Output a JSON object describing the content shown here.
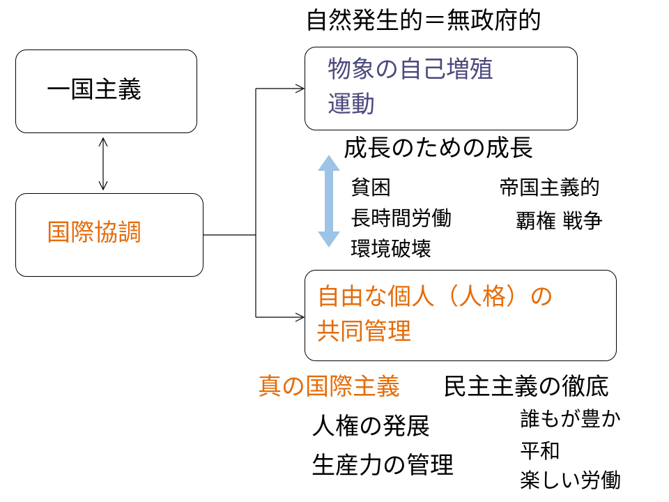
{
  "colors": {
    "accent": "#e46c0a",
    "node_blue": "#4b4a7c",
    "arrow_blue": "#9dc3e6",
    "text": "#000000"
  },
  "top_title": "自然発生的＝無政府的",
  "left_nodes": {
    "ikkoku": "一国主義",
    "kokusai": "国際協調"
  },
  "right_top_node": {
    "line1": "物象の自己増殖",
    "line2": "運動"
  },
  "growth_label": "成長のための成長",
  "consequences_left": [
    "貧困",
    "長時間労働",
    "環境破壊"
  ],
  "consequences_right": {
    "line1": "帝国主義的",
    "line2": "覇権 戦争"
  },
  "right_bottom_node": {
    "line1": "自由な個人（人格）の",
    "line2": "共同管理"
  },
  "bottom": {
    "true_intl": "真の国際主義",
    "democracy": "民主主義の徹底",
    "left_items": [
      "人権の発展",
      "生産力の管理"
    ],
    "right_items": [
      "誰もが豊か",
      "平和",
      "楽しい労働"
    ]
  }
}
